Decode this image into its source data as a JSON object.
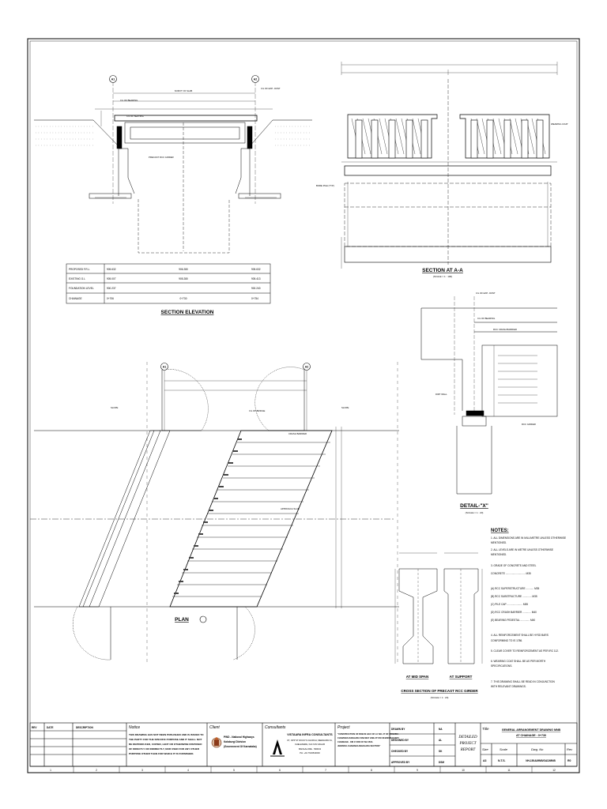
{
  "drawing": {
    "section_elevation": {
      "title": "SECTION ELEVATION",
      "marks": [
        "A1",
        "A2"
      ],
      "labels": {
        "soffit": "SOFFIT OF SLAB",
        "seating": "C/L OF SEATING",
        "girder": "PRECAST RCC GIRDER",
        "bearing": "C/L OF BEARING",
        "exp_joint": "C/L OF EXP. JOINT"
      },
      "table": {
        "rows": [
          {
            "label": "PROPOSED F.R.L",
            "values": [
              "905.632",
              "906.280",
              "905.632"
            ]
          },
          {
            "label": "EXISTING G.L",
            "values": [
              "905.007",
              "905.280",
              "905.413"
            ]
          },
          {
            "label": "FOUNDATION LEVEL",
            "values": [
              "900.237",
              "",
              "900.240"
            ]
          },
          {
            "label": "CHAINAGE",
            "values": [
              "0+706",
              "0+730",
              "0+754"
            ]
          }
        ]
      }
    },
    "section_aa": {
      "title": "SECTION AT A-A",
      "scale": "(SCALE = 1 : 100)",
      "labels": {
        "pile": "BORE PILE (TYP)",
        "wearing": "WEARING COAT"
      }
    },
    "plan": {
      "title": "PLAN",
      "marks": [
        "A1",
        "A2"
      ],
      "labels": {
        "slope": "SLOPE",
        "approach_slab": "APPROACH SLAB",
        "crash_barrier": "CRASH BARRIER",
        "bridge": "C/L OF BRIDGE"
      }
    },
    "detail_x": {
      "title": "DETAIL-\"X\"",
      "scale": "(SCALE = 1 : 20)",
      "labels": {
        "exp_joint": "C/L OF EXP. JOINT",
        "bearing": "C/L OF BEARING",
        "crash_barrier": "RCC CRASH BARRIER",
        "dirt_wall": "DIRT WALL",
        "rcc_girder": "RCC GIRDER"
      }
    },
    "girder_section": {
      "title": "CROSS SECTION OF PRECAST RCC GIRDER",
      "scale": "(SCALE = 1 : 20)",
      "mid_span": "AT MID SPAN",
      "support": "AT SUPPORT"
    },
    "notes": {
      "title": "NOTES:",
      "items": [
        "1. ALL DIMENSIONS ARE IN MILLIMETRE UNLESS OTHERWISE",
        "   MENTIONED.",
        "2. ALL LEVELS ARE IN METRE UNLESS OTHERWISE",
        "   MENTIONED.",
        "3. GRADE OF CONCRETE AND STEEL",
        "   CONCRETE ............................ M35",
        "   (A) RCC SUPERSTRUCTURE ........... M35",
        "   (B) RCC SUBSTRUCTURE ............. M35",
        "   (C) PILE CAP ...................... M35",
        "   (D) RCC CRASH BARRIER ............ M40",
        "   (E) BEARING PEDESTAL ............. M40",
        "4. ALL REINFORCEMENT SHALL BE HYSD BARS",
        "   CONFORMING TO IS 1786.",
        "5. CLEAR COVER TO REINFORCEMENT AS PER IRC 112.",
        "6. WEARING COAT SHALL BE AS PER MORTH",
        "   SPECIFICATIONS.",
        "7. THIS DRAWING SHALL BE READ IN CONJUNCTION",
        "   WITH RELEVANT DRAWINGS."
      ]
    }
  },
  "title_block": {
    "rev_headers": {
      "rev": "REV",
      "date": "DATE",
      "desc": "DESCRIPTION"
    },
    "notice_title": "Notice",
    "notice_text": [
      "THIS DRAWING HAS NOT BEEN PUBLISHED AND IS ISSUED TO",
      "THE PARTY FOR THE SPECIFIC PURPOSE AND IT SHALL NOT",
      "BE REPRODUCED, COPIED, LENT OR OTHERWISE DISPOSED",
      "OF DIRECTLY OR INDIRECTLY, NOR USED FOR ANY OTHER",
      "PURPOSE OTHER THAN FOR WHICH IT IS FURNISHED."
    ],
    "client_title": "Client",
    "client_text": [
      "PWD - National Highways",
      "Kalaburgi Division",
      "(Government Of Karnataka)"
    ],
    "consultant_title": "Consultants",
    "consultant_name": "VISTAARA INFRA CONSULTANTS",
    "consultant_address": [
      "#7, OPP ST ROCK'S CHURCH, MEENAPALYA,",
      "CHELEKERE, KALYAN NAGAR",
      "BANGALORE - 560043",
      "PH: +91 7619540000"
    ],
    "project_title": "Project",
    "project_text": [
      "\"CONSTRUCTION OF ROB IN LIEU OF LC NO. 27 OF MYSURU -",
      "CHAMARAJANAGARA RAILWAY LINE AT KM 404/900 RAILWAY",
      "CHAINAGE - KM 17.800 OF NH 150A",
      "JEWARGI-CHAMARAJANAGARA SECTION\""
    ],
    "staff": [
      {
        "role": "DRAWN BY",
        "initials": "NA"
      },
      {
        "role": "DESIGNED BY",
        "initials": "AL"
      },
      {
        "role": "CHECKED BY",
        "initials": "SK"
      },
      {
        "role": "APPROVED BY",
        "initials": "DSM"
      }
    ],
    "report": [
      "DETAILED",
      "PROJECT",
      "REPORT"
    ],
    "title_label": "Title",
    "drawing_title": [
      "GENERAL ARRANGEMENT DRAWING MNB",
      "AT CHAINAGE : 0+730"
    ],
    "size_label": "Size",
    "size": "A3",
    "scale_label": "Scale",
    "scale": "N.T.S.",
    "dwg_label": "Dwg. No",
    "dwg_no": "NH-150A/MNB/GAD/MNB",
    "rev_label": "Rev",
    "rev": "R0"
  },
  "grid_numbers": [
    "1",
    "2",
    "3",
    "4",
    "5",
    "6",
    "7",
    "8",
    "9",
    "10",
    "11",
    "12"
  ]
}
